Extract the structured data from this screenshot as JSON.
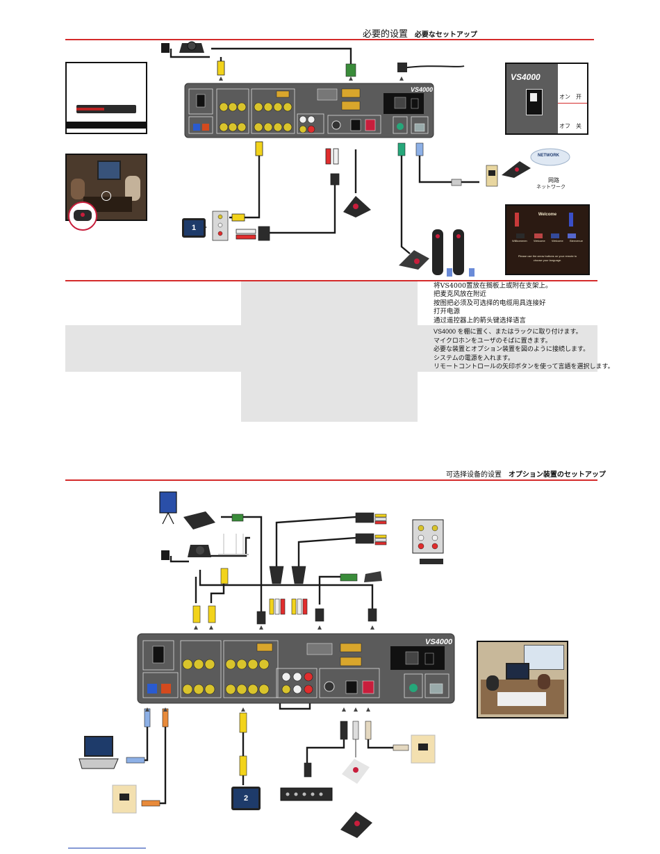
{
  "section1": {
    "title_zh": "必要的设置",
    "title_ja": "必要なセットアップ"
  },
  "power_panel": {
    "model": "VS4000",
    "on_label": "オン　开",
    "off_label": "オフ　关"
  },
  "network": {
    "cloud_label": "NETWORK",
    "label_zh": "网路",
    "label_ja": "ネットワーク"
  },
  "welcome_screen": {
    "title": "Welcome",
    "languages": [
      "Willkommen",
      "Welcome",
      "Welcome",
      "Bienvenue"
    ],
    "instruction": "Please use the arrow buttons on your remote to choose your language."
  },
  "device_rear": {
    "model": "VS4000"
  },
  "monitors": {
    "monitor1": "1",
    "monitor2": "2"
  },
  "instructions": {
    "zh": [
      "将VS4000置放在搁板上或附在支架上。",
      "把麦克风放在附近",
      "按图把必须及可选择的电缆用具连接好",
      "打开电源",
      "通过遥控器上的箭头键选择语言"
    ],
    "ja": [
      "VS4000 を棚に置く、またはラックに取り付けます。",
      "マイクロホンをユーザのそばに置きます。",
      "必要な装置とオプション装置を図のように接続します。",
      "システムの電源を入れます。",
      "リモートコントロールの矢印ボタンを使って言語を選択します。"
    ]
  },
  "section2": {
    "title_zh": "可选择设备的设置",
    "title_ja": "オプション装置のセットアップ"
  },
  "colors": {
    "accent_red": "#d42a2a",
    "panel_gray": "#5c5c5c",
    "cable_yellow": "#f2d31b",
    "band_gray": "#e4e4e4"
  }
}
